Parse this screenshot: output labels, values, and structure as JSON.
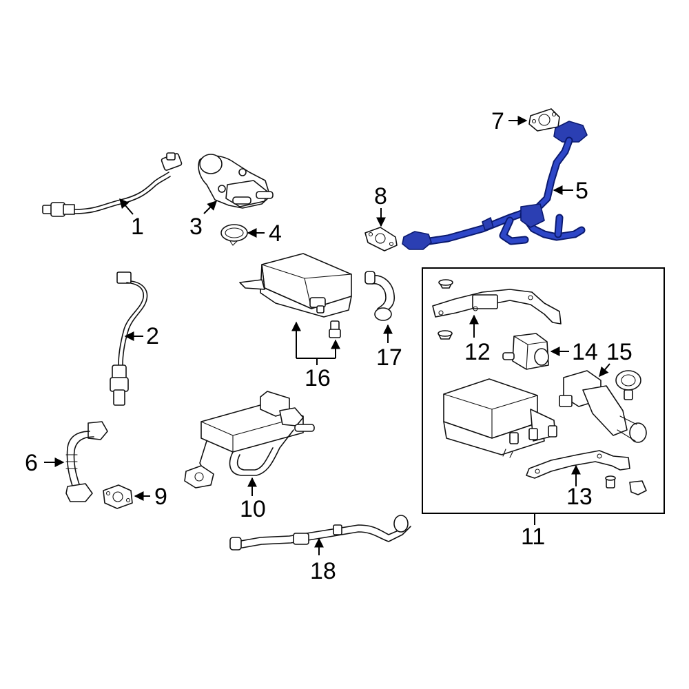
{
  "diagram": {
    "callouts": [
      "1",
      "2",
      "3",
      "4",
      "5",
      "6",
      "7",
      "8",
      "9",
      "10",
      "11",
      "12",
      "13",
      "14",
      "15",
      "16",
      "17",
      "18"
    ],
    "highlight_color": "#2b3fb3",
    "highlighted_part": "5"
  }
}
